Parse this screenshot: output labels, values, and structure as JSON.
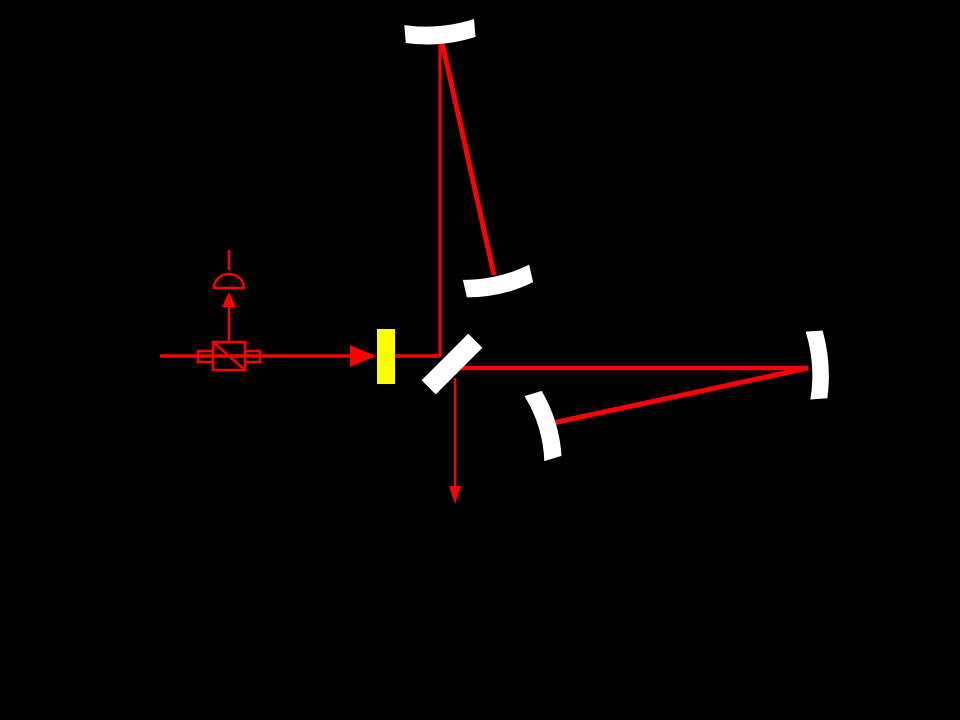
{
  "colors": {
    "background": "#000000",
    "beam": "#ff0000",
    "mirror": "#ffffff",
    "modulator": "#ffff00"
  },
  "components": {
    "input_beam": "laser-beam",
    "isolator": "optical-isolator-icon",
    "photodetector": "photodetector-icon",
    "modulator": "electro-optic-modulator",
    "beam_splitter": "beam-splitter",
    "mirrors": [
      "curved-mirror-top",
      "curved-mirror-middle",
      "curved-mirror-right",
      "curved-mirror-lower"
    ],
    "output_beam": "output-beam-arrow"
  }
}
